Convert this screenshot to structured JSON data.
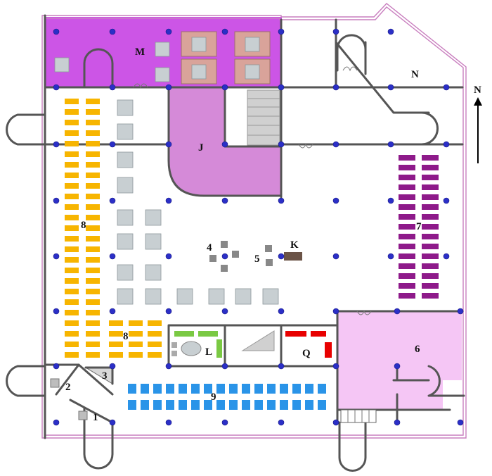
{
  "map": {
    "compass": {
      "label": "N"
    },
    "colors": {
      "zone_m": "#cc55e6",
      "zone_j": "#d58ad8",
      "zone_6": "#f5c6f5",
      "shelves_8": "#f7b500",
      "shelves_7": "#8e1a8a",
      "desks_9": "#2a94e8",
      "zone_q": "#e80000",
      "zone_l": "#7ac943",
      "columns": "#2b2fc7",
      "walls": "#555555",
      "study_tables": "#c8cfd2",
      "counter_k": "#6b5347"
    },
    "labels": {
      "m": "M",
      "n": "N",
      "j": "J",
      "k": "K",
      "l": "L",
      "q": "Q",
      "shelves_8_main": "8",
      "shelves_8_lower": "8",
      "shelves_7": "7",
      "desks_9": "9",
      "zone_6": "6",
      "computers_4": "4",
      "computers_5": "5",
      "toilet_1": "1",
      "toilet_2": "2",
      "stairs_3": "3"
    }
  }
}
